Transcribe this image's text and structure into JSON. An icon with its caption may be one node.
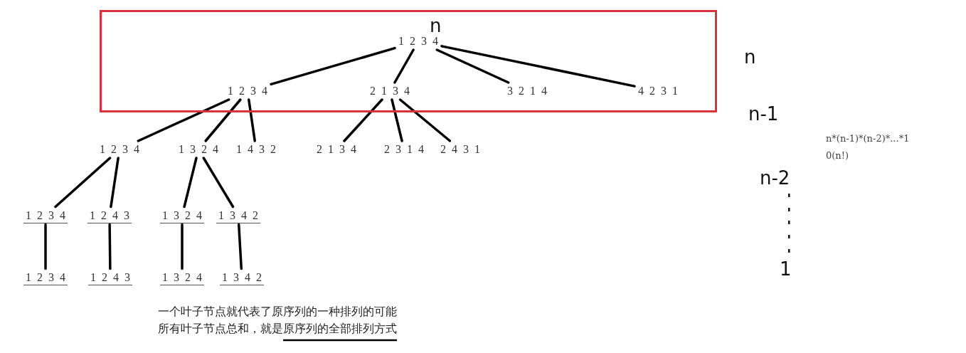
{
  "diagram": {
    "nodes": [
      {
        "text": [],
        "shape": "box"
      },
      {
        "text": [
          "1 2 3 4"
        ],
        "in": 0
      },
      {
        "text": [
          "1 2 3 4"
        ],
        "in": 0
      },
      {
        "text": [
          "2 1 3 4"
        ],
        "in": 0
      },
      {
        "text": [
          "3 2 1 4"
        ],
        "in": 0
      },
      {
        "text": [
          "4 2 3 1"
        ],
        "in": 0
      },
      {
        "text": [
          "1 2 3 4"
        ]
      },
      {
        "text": [
          "1 3 2 4"
        ]
      },
      {
        "text": [
          "1 4 3 2"
        ]
      },
      {
        "text": [
          "2 1 3 4"
        ]
      },
      {
        "text": [
          "2 3 1 4"
        ]
      },
      {
        "text": [
          "2 4 3 1"
        ]
      },
      {
        "text": [
          "1 2 3 4"
        ]
      },
      {
        "text": [
          "1 2 4 3"
        ]
      },
      {
        "text": [
          "1 3 2 4"
        ]
      },
      {
        "text": [
          "1 3 4 2"
        ]
      },
      {
        "text": [
          "1 2 3 4"
        ]
      },
      {
        "text": [
          "1 2 4 3"
        ]
      },
      {
        "text": [
          "1 3 2 4"
        ]
      },
      {
        "text": [
          "1 3 4 2"
        ]
      }
    ],
    "edges": [
      {
        "from": 1,
        "to": 2,
        "arrow": "none"
      },
      {
        "from": 1,
        "to": 3,
        "arrow": "none"
      },
      {
        "from": 1,
        "to": 4,
        "arrow": "none"
      },
      {
        "from": 1,
        "to": 5,
        "arrow": "none"
      },
      {
        "from": 2,
        "to": 6,
        "arrow": "none"
      },
      {
        "from": 2,
        "to": 7,
        "arrow": "none"
      },
      {
        "from": 2,
        "to": 8,
        "arrow": "none"
      },
      {
        "from": 3,
        "to": 9,
        "arrow": "none"
      },
      {
        "from": 3,
        "to": 10,
        "arrow": "none"
      },
      {
        "from": 3,
        "to": 11,
        "arrow": "none"
      },
      {
        "from": 6,
        "to": 12,
        "arrow": "none"
      },
      {
        "from": 6,
        "to": 13,
        "arrow": "none"
      },
      {
        "from": 7,
        "to": 14,
        "arrow": "none"
      },
      {
        "from": 7,
        "to": 15,
        "arrow": "none"
      },
      {
        "from": 12,
        "to": 16,
        "arrow": "none"
      },
      {
        "from": 13,
        "to": 17,
        "arrow": "none"
      },
      {
        "from": 14,
        "to": 18,
        "arrow": "none"
      },
      {
        "from": 15,
        "to": 19,
        "arrow": "none"
      }
    ],
    "labels": [
      "n",
      "n",
      "n-1",
      "n*(n-1)*(n-2)*...*1",
      "0(n!)",
      "n-2",
      "1",
      "一个叶子节点就代表了原序列的一种排列的可能",
      "所有叶子节点总和，就是原序列的全部排列方式"
    ]
  }
}
